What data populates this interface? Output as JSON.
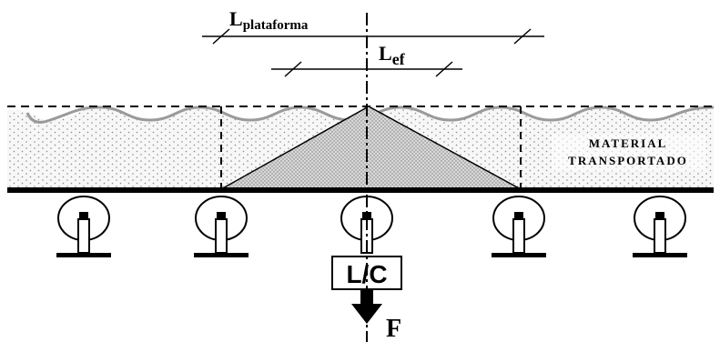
{
  "labels": {
    "l_plataforma_main": "L",
    "l_plataforma_sub": "plataforma",
    "l_ef_main": "L",
    "l_ef_sub": "ef",
    "material_line1": "MATERIAL",
    "material_line2": "TRANSPORTADO",
    "load_box": "L/C",
    "force": "F"
  },
  "colors": {
    "material_fill": "#f4f4f4",
    "material_dots": "#8a8a8a",
    "wave_outline": "#9a9a9a",
    "triangle_fill": "#cfcfcf",
    "line": "#000000"
  }
}
